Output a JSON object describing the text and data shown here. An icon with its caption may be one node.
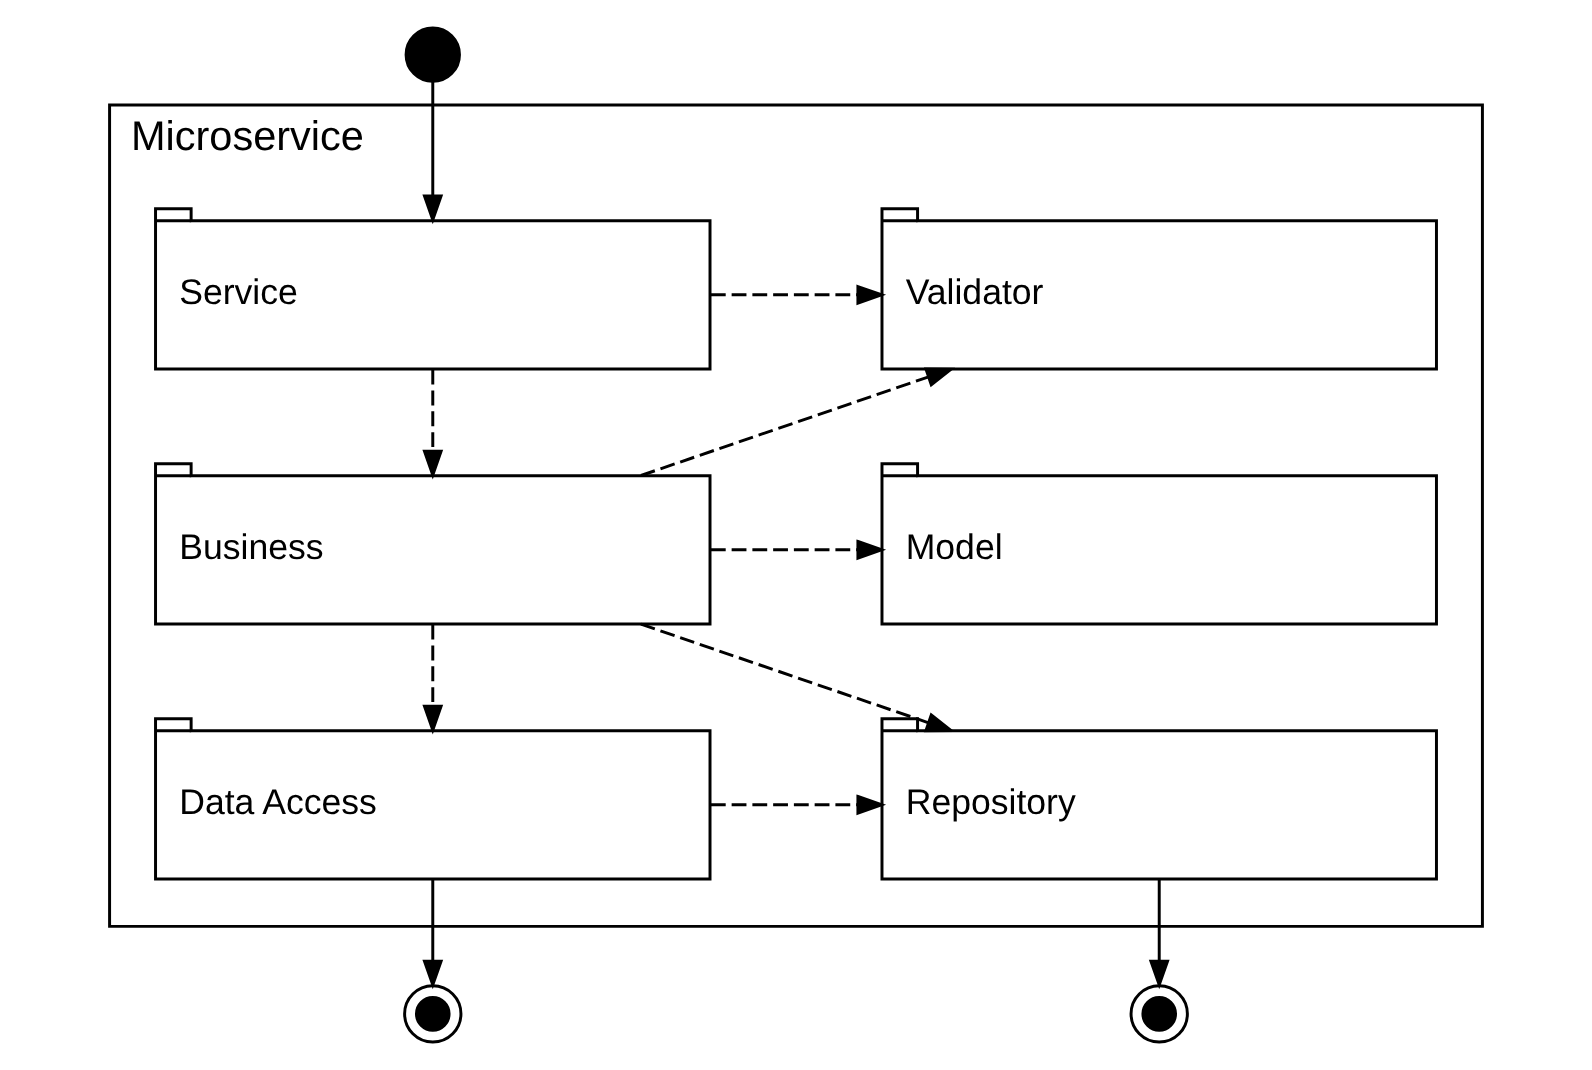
{
  "diagram": {
    "nodes": [
      {
        "text": [
          "Microservice"
        ]
      },
      {
        "text": [
          "Service"
        ],
        "in": 0
      },
      {
        "text": [
          "Validator"
        ],
        "in": 0
      },
      {
        "text": [
          "Business"
        ],
        "in": 0
      },
      {
        "text": [
          "Model"
        ],
        "in": 0
      },
      {
        "text": [
          "Data Access"
        ],
        "in": 0
      },
      {
        "text": [
          "Repository"
        ],
        "in": 0
      },
      {
        "text": [],
        "shape": "circle"
      },
      {
        "text": [],
        "shape": "circle"
      },
      {
        "text": [],
        "shape": "circle"
      }
    ],
    "edges": [
      {
        "from": 7,
        "to": 1,
        "arrow": "to"
      },
      {
        "from": 1,
        "to": 2,
        "arrow": "to",
        "style": "dashed"
      },
      {
        "from": 1,
        "to": 3,
        "arrow": "to",
        "style": "dashed"
      },
      {
        "from": 3,
        "to": 4,
        "arrow": "to",
        "style": "dashed"
      },
      {
        "from": 3,
        "to": 5,
        "arrow": "to",
        "style": "dashed"
      },
      {
        "from": 3,
        "to": 6,
        "arrow": "to",
        "style": "dashed"
      },
      {
        "from": 3,
        "to": 2,
        "arrow": "to",
        "style": "dashed"
      },
      {
        "from": 5,
        "to": 6,
        "arrow": "to",
        "style": "dashed"
      },
      {
        "from": 5,
        "to": 8,
        "arrow": "to"
      },
      {
        "from": 6,
        "to": 9,
        "arrow": "to"
      }
    ]
  }
}
